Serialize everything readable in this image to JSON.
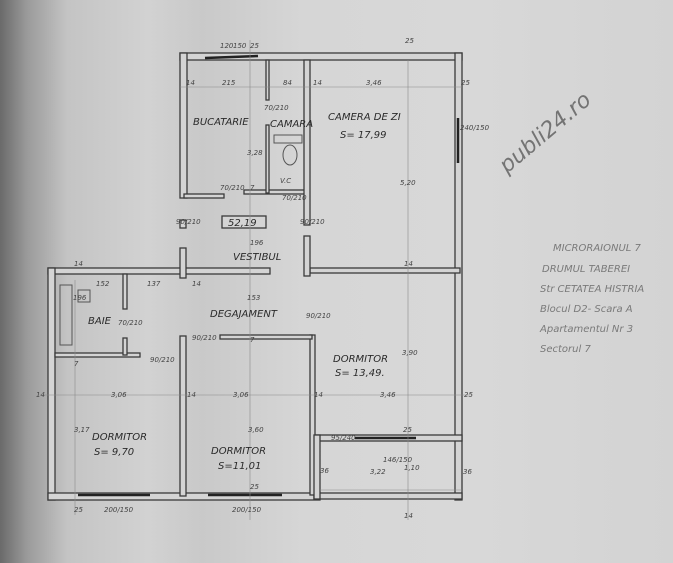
{
  "rooms": [
    {
      "name": "BUCATARIE"
    },
    {
      "name": "CAMARA"
    },
    {
      "name": "CAMERA DE ZI",
      "area": "S= 17,99"
    },
    {
      "name": "VESTIBUL"
    },
    {
      "name": "BAIE"
    },
    {
      "name": "DEGAJAMENT"
    },
    {
      "name": "DORMITOR",
      "area": "S= 13,49."
    },
    {
      "name": "DORMITOR",
      "area": "S= 9,70"
    },
    {
      "name": "DORMITOR",
      "area": "S=11,01"
    },
    {
      "name": "V.C"
    }
  ],
  "total_area": "52,19",
  "dims": [
    "120",
    "150",
    "25",
    "25",
    "14",
    "215",
    "84",
    "14",
    "3,46",
    "25",
    "70/210",
    "3,28",
    "70/210",
    "70/210",
    "7",
    "240/150",
    "90/210",
    "90/210",
    "196",
    "5,20",
    "14",
    "14",
    "152",
    "137",
    "14",
    "153",
    "196",
    "70/210",
    "90/210",
    "90/210",
    "90/210",
    "7",
    "7",
    "3,90",
    "14",
    "3,06",
    "14",
    "3,06",
    "14",
    "3,46",
    "25",
    "3,17",
    "3,60",
    "95/240",
    "25",
    "36",
    "3,22",
    "146/150",
    "1,10",
    "36",
    "25",
    "25",
    "200/150",
    "200/150",
    "14"
  ],
  "title_block": [
    "MICRORAIONUL 7",
    "DRUMUL TABEREI",
    "Str CETATEA HISTRIA",
    "Blocul D2- Scara A",
    "Apartamentul Nr 3",
    "Sectorul 7"
  ],
  "watermark": "publi24.ro"
}
